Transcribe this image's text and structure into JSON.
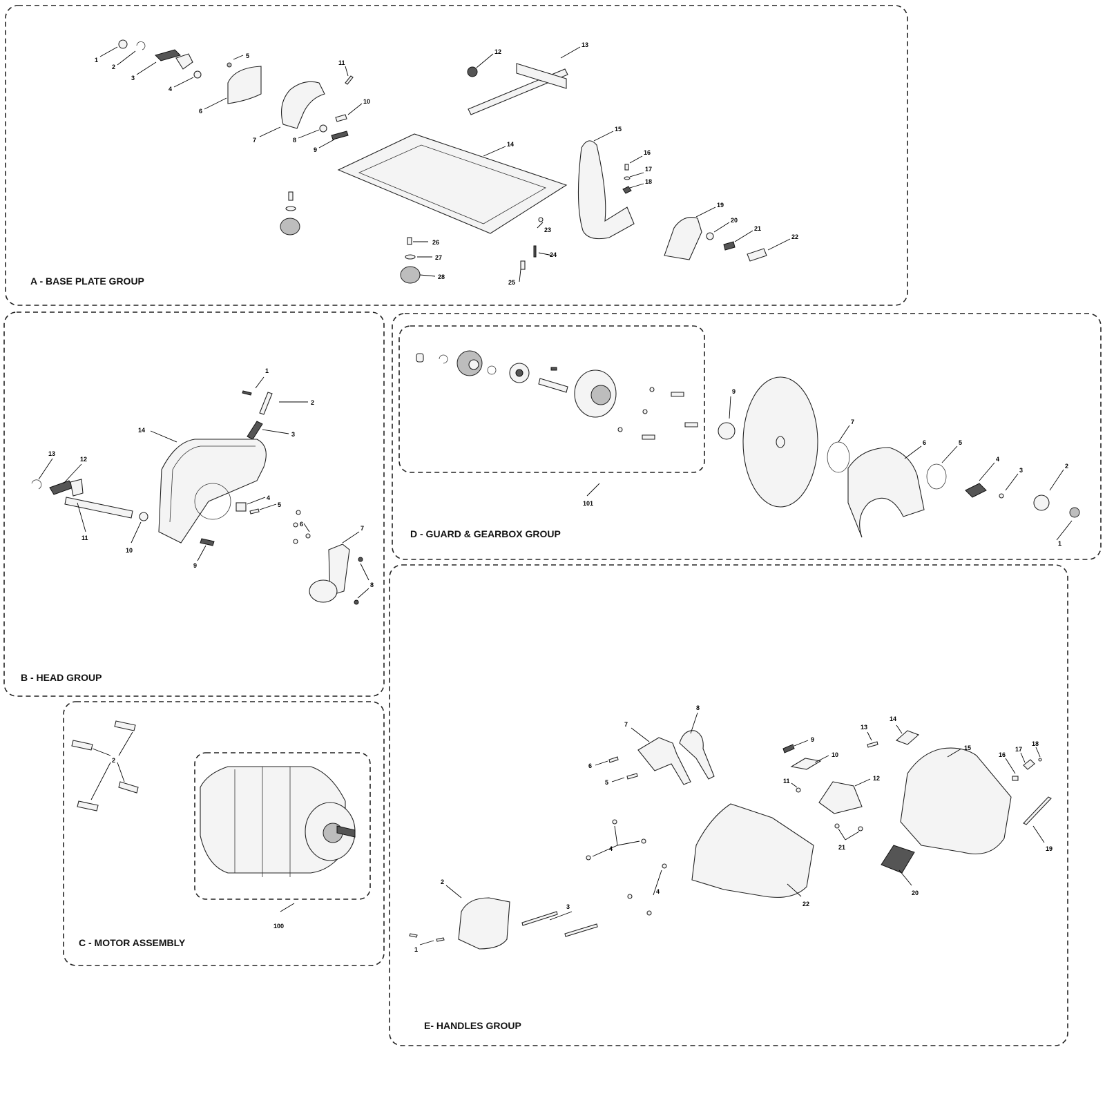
{
  "groups": [
    {
      "id": "A",
      "title": "A - BASE PLATE GROUP"
    },
    {
      "id": "B",
      "title": "B - HEAD GROUP"
    },
    {
      "id": "C",
      "title": "C - MOTOR ASSEMBLY"
    },
    {
      "id": "D",
      "title": "D - GUARD & GEARBOX GROUP"
    },
    {
      "id": "E",
      "title": "E- HANDLES GROUP"
    }
  ],
  "callouts": {
    "A": [
      "1",
      "2",
      "3",
      "4",
      "5",
      "6",
      "7",
      "8",
      "9",
      "10",
      "11",
      "12",
      "13",
      "14",
      "15",
      "16",
      "17",
      "18",
      "19",
      "20",
      "21",
      "22",
      "23",
      "24",
      "25",
      "26",
      "27",
      "28"
    ],
    "B": [
      "1",
      "2",
      "3",
      "4",
      "5",
      "6",
      "7",
      "8",
      "9",
      "10",
      "11",
      "12",
      "13",
      "14"
    ],
    "C": [
      "2",
      "100"
    ],
    "D": [
      "1",
      "2",
      "3",
      "4",
      "5",
      "6",
      "7",
      "9",
      "101"
    ],
    "E": [
      "1",
      "2",
      "3",
      "4",
      "4",
      "5",
      "6",
      "7",
      "8",
      "9",
      "10",
      "11",
      "12",
      "13",
      "14",
      "15",
      "16",
      "17",
      "18",
      "19",
      "20",
      "21",
      "22"
    ]
  }
}
